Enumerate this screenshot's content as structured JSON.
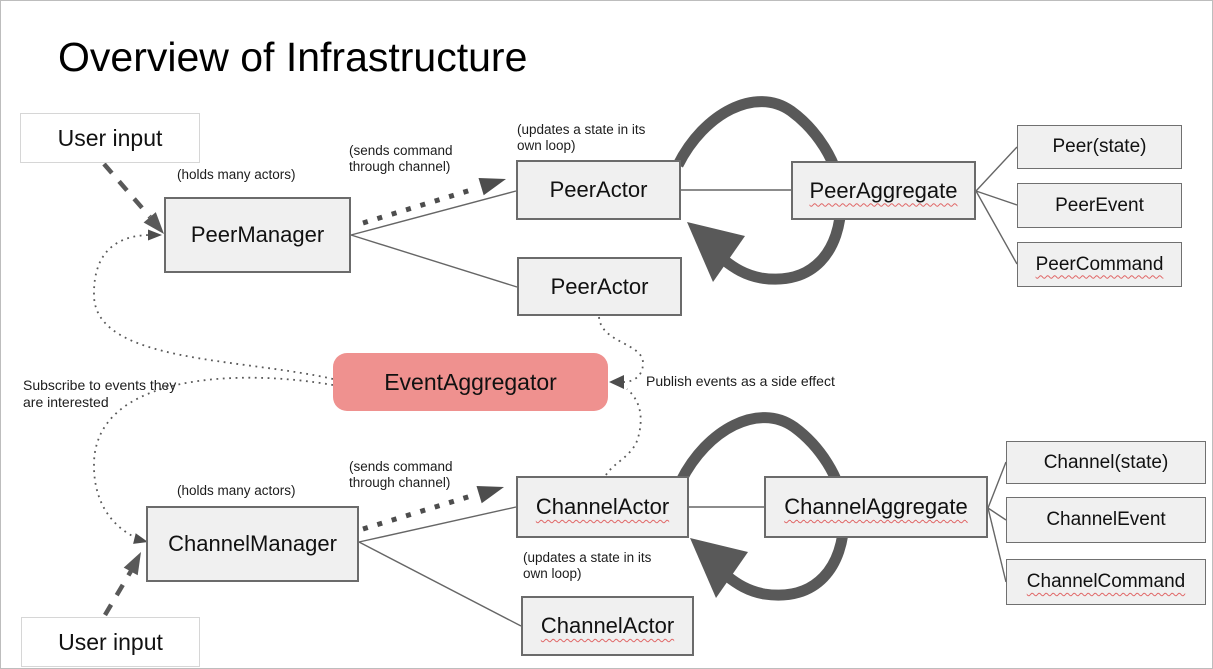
{
  "title": "Overview of Infrastructure",
  "colors": {
    "accent_pink": "#ef918f",
    "box_fill": "#f0f0f0",
    "box_border": "#6b6b6b",
    "arrow_gray": "#595959",
    "line_gray": "#666666",
    "squiggle_red": "#e06666"
  },
  "nodes": {
    "user_input_top": "User input",
    "peer_manager": "PeerManager",
    "peer_actor_1": "PeerActor",
    "peer_actor_2": "PeerActor",
    "peer_aggregate": "PeerAggregate",
    "peer_state": "Peer(state)",
    "peer_event": "PeerEvent",
    "peer_command": "PeerCommand",
    "event_aggregator": "EventAggregator",
    "channel_manager": "ChannelManager",
    "channel_actor_1": "ChannelActor",
    "channel_actor_2": "ChannelActor",
    "channel_aggregate": "ChannelAggregate",
    "channel_state": "Channel(state)",
    "channel_event": "ChannelEvent",
    "channel_command": "ChannelCommand",
    "user_input_bottom": "User input"
  },
  "annotations": {
    "holds_many_actors_top": "(holds many actors)",
    "sends_command_top": "(sends command\nthrough channel)",
    "updates_state_top": "(updates a state in its\nown loop)",
    "holds_many_actors_bottom": "(holds many actors)",
    "sends_command_bottom": "(sends command\nthrough channel)",
    "updates_state_bottom": "(updates a state in its\nown loop)",
    "subscribe_note": "Subscribe to events they\nare interested",
    "publish_note": "Publish events as a side effect"
  }
}
